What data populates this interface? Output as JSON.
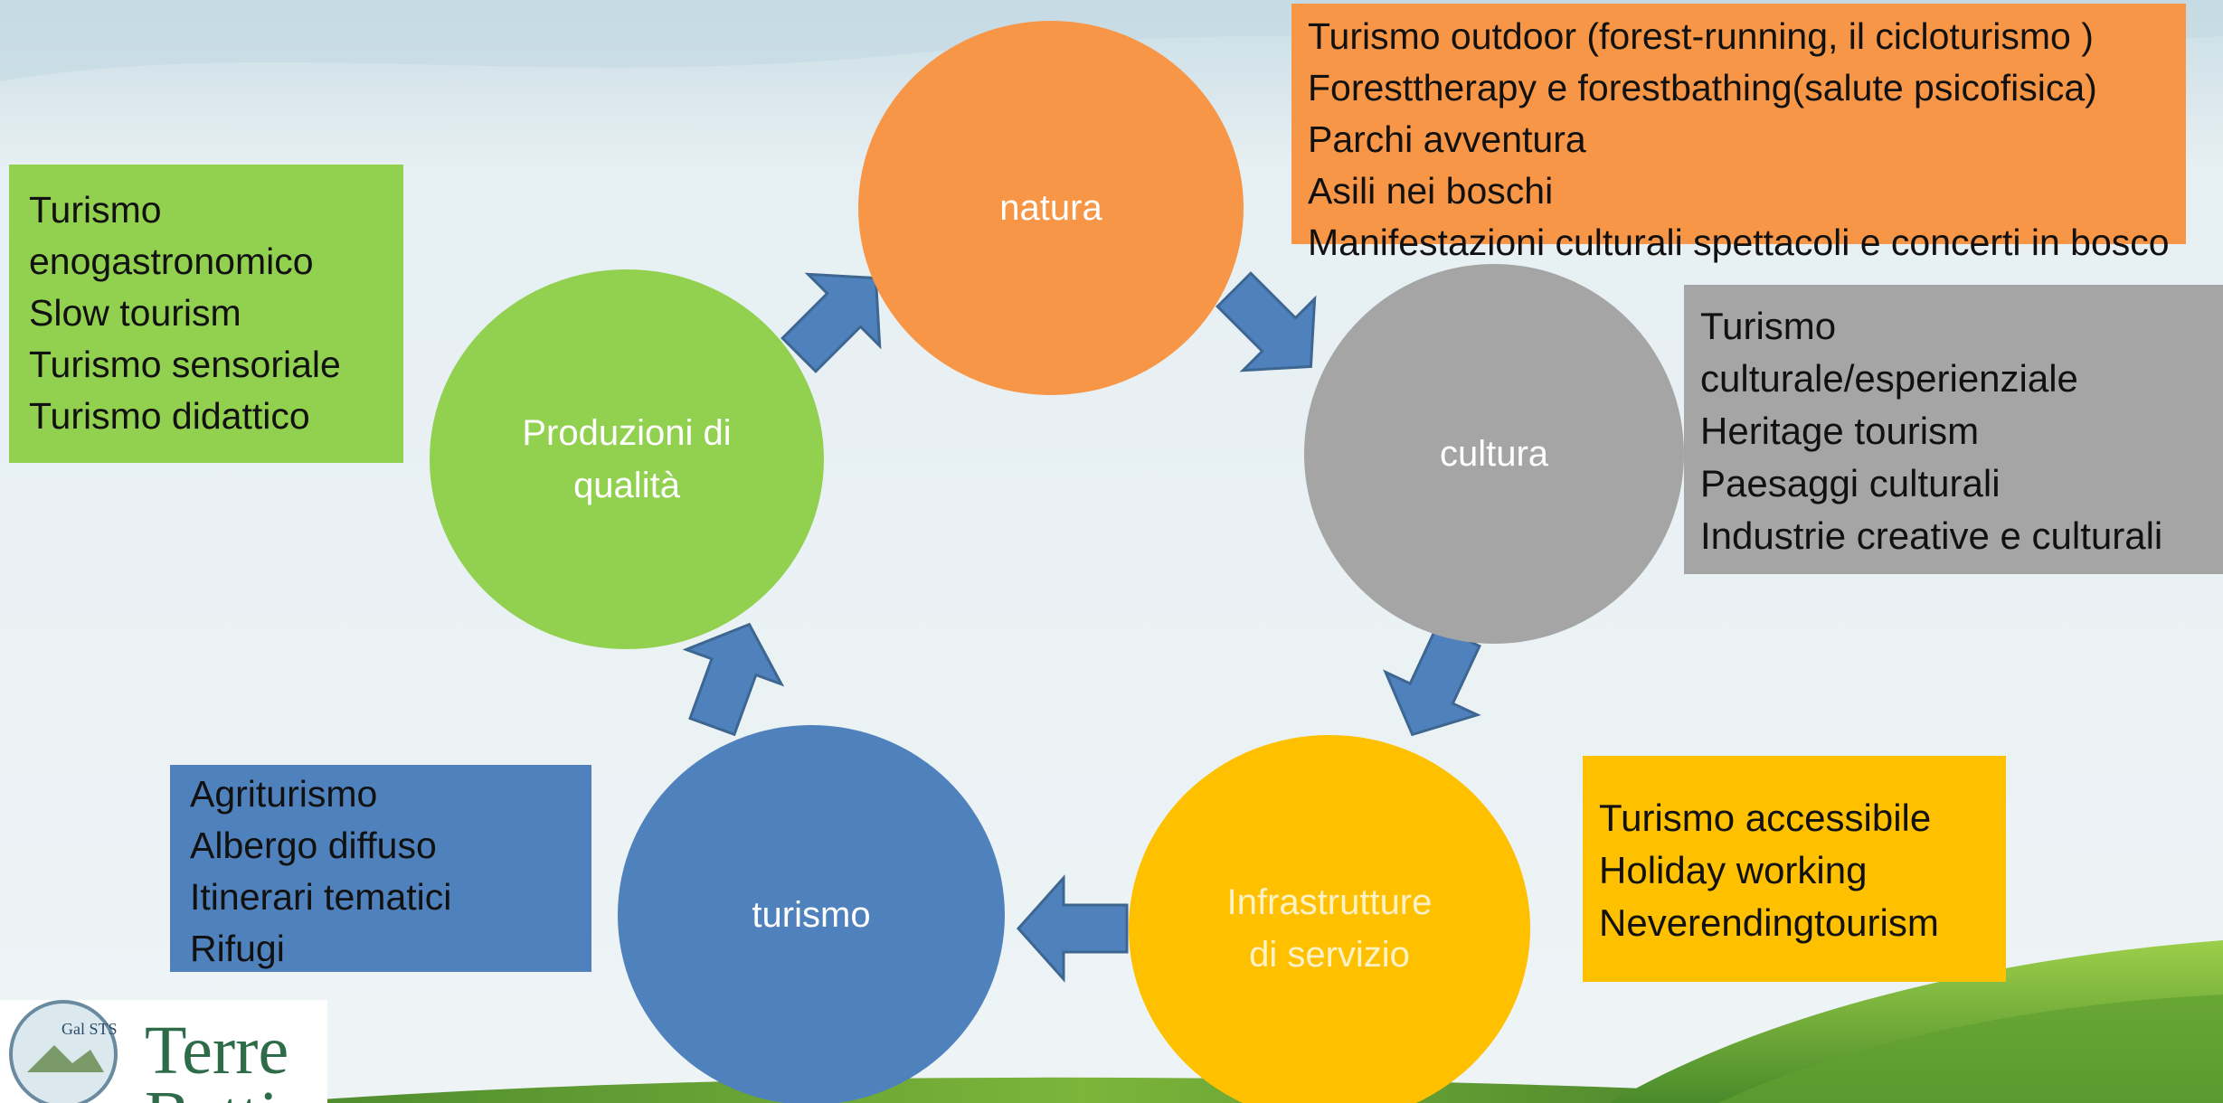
{
  "circles": {
    "natura": {
      "label_lines": [
        "natura"
      ],
      "color": "#f79646"
    },
    "cultura": {
      "label_lines": [
        "cultura"
      ],
      "color": "#a5a5a5"
    },
    "infrastrutture": {
      "label_lines": [
        "Infrastrutture",
        "di servizio"
      ],
      "color": "#ffc000",
      "label_color": "#fdf1c6"
    },
    "turismo": {
      "label_lines": [
        "turismo"
      ],
      "color": "#4f81bd"
    },
    "produzioni": {
      "label_lines": [
        "Produzioni di",
        "qualità"
      ],
      "color": "#92d050"
    }
  },
  "boxes": {
    "natura": {
      "color": "#f79646",
      "lines": [
        "Turismo outdoor  (forest-running, il cicloturismo )",
        "Foresttherapy e forestbathing(salute psicofisica)",
        "Parchi avventura",
        "Asili nei boschi",
        "Manifestazioni culturali spettacoli e concerti in bosco"
      ]
    },
    "cultura": {
      "color": "#a5a5a5",
      "lines": [
        "Turismo",
        "culturale/esperienziale",
        "Heritage tourism",
        "Paesaggi culturali",
        "Industrie creative e culturali"
      ]
    },
    "infrastrutture": {
      "color": "#ffc000",
      "lines": [
        "Turismo accessibile",
        "Holiday working",
        "Neverendingtourism"
      ]
    },
    "turismo": {
      "color": "#4f81bd",
      "lines": [
        "Agriturismo",
        "Albergo diffuso",
        "Itinerari tematici",
        "Rifugi"
      ]
    },
    "produzioni": {
      "color": "#92d050",
      "lines": [
        "Turismo",
        "enogastronomico",
        "Slow tourism",
        "Turismo sensoriale",
        "Turismo didattico"
      ]
    }
  },
  "arrow_color": "#4f81bd",
  "logo": {
    "circle_text": "Gal STS",
    "wordmark_lines": [
      "Terre",
      "Betti"
    ]
  }
}
